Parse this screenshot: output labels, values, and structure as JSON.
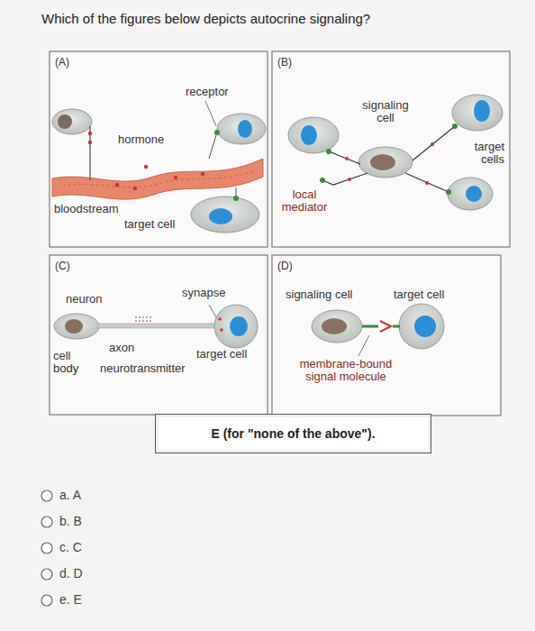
{
  "diagram": {
    "title": "Which of the figures below depicts autocrine signaling?",
    "nodes": [
      {
        "text": [
          "(A)"
        ]
      },
      {
        "text": [
          "(B)"
        ]
      },
      {
        "text": [
          "(C)"
        ]
      },
      {
        "text": [
          "(D)"
        ]
      },
      {
        "text": [
          "E (for \"none of the above\")."
        ]
      }
    ],
    "labels": [
      "receptor",
      "hormone",
      "bloodstream",
      "target cell",
      "signaling cell",
      "target cells",
      "local mediator",
      "neuron",
      "synapse",
      "axon",
      "cell body",
      "target cell",
      "neurotransmitter",
      "signaling cell",
      "target cell",
      "membrane-bound signal molecule",
      "a. A",
      "b. B",
      "c. C",
      "d. D",
      "e. E"
    ]
  }
}
